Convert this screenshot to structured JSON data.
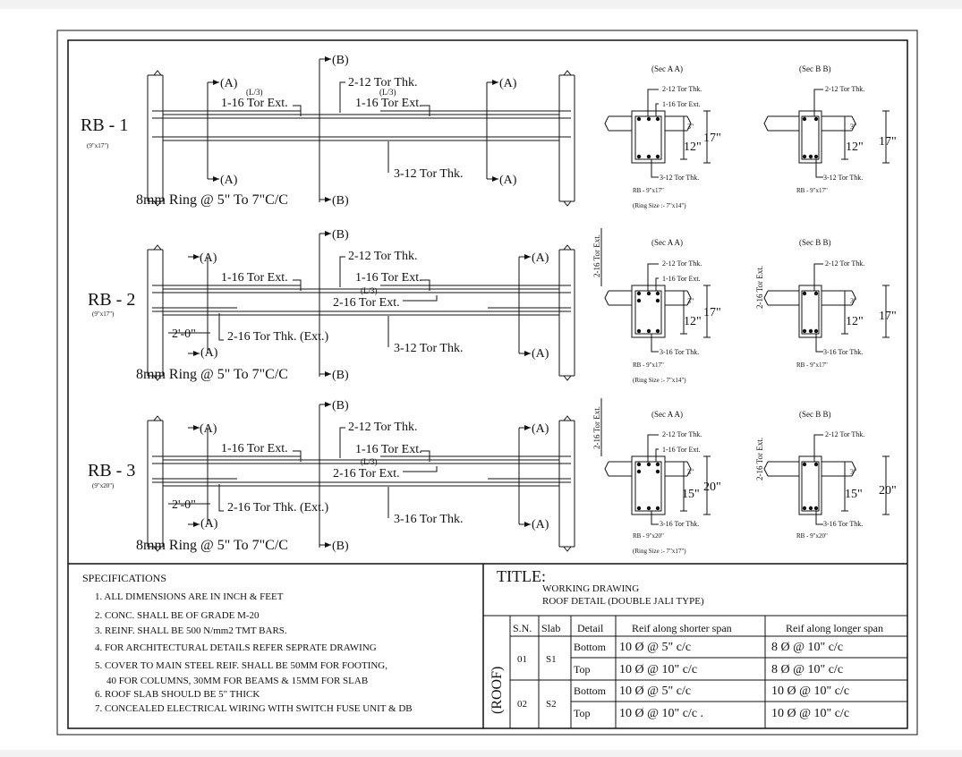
{
  "beams": [
    {
      "name": "RB - 1",
      "size": "(9\"x17\")",
      "label_A": "(A)",
      "label_B": "(B)",
      "top_bar": "2-12 Tor Thk.",
      "ext_left_L3": "(L/3)",
      "ext_left": "1-16 Tor Ext.",
      "ext_right_L3": "(L/3)",
      "ext_right": "1-16 Tor Ext.",
      "bottom_bar": "3-12 Tor Thk.",
      "ring": "8mm Ring @ 5\" To 7\"C/C",
      "sec_aa": "(Sec A A)",
      "sec_bb": "(Sec B B)",
      "sec_top": "2-12 Tor Thk.",
      "sec_ext": "1-16 Tor Ext.",
      "sec_bottom": "3-12 Tor Thk.",
      "slab_dim": "3\"",
      "depth_inner": "12\"",
      "depth_total": "17\"",
      "rb_label": "RB - 9\"x17\"",
      "ring_size": "(Ring Size :- 7\"x14\")",
      "side_label": ""
    },
    {
      "name": "RB - 2",
      "size": "(9\"x17\")",
      "label_A": "(A)",
      "label_B": "(B)",
      "top_bar": "2-12 Tor Thk.",
      "ext_left_L3": "",
      "ext_left": "1-16 Tor Ext.",
      "ext_right_L3": "",
      "ext_right": "1-16 Tor Ext.",
      "mid_L3": "(L/3)",
      "mid_ext": "2-16 Tor Ext.",
      "dim_2ft": "2'-0\"",
      "bottom_ext": "2-16 Tor Thk. (Ext.)",
      "bottom_bar": "3-12 Tor Thk.",
      "ring": "8mm Ring @ 5\" To 7\"C/C",
      "sec_aa": "(Sec A A)",
      "sec_bb": "(Sec B B)",
      "sec_top": "2-12 Tor Thk.",
      "sec_ext": "1-16 Tor Ext.",
      "sec_bottom": "3-16 Tor Thk.",
      "slab_dim": "3\"",
      "depth_inner": "12\"",
      "depth_total": "17\"",
      "rb_label": "RB - 9\"x17\"",
      "ring_size": "(Ring Size :- 7\"x14\")",
      "side_label": "2-16 Tor Ext."
    },
    {
      "name": "RB - 3",
      "size": "(9\"x20\")",
      "label_A": "(A)",
      "label_B": "(B)",
      "top_bar": "2-12 Tor Thk.",
      "ext_left_L3": "",
      "ext_left": "1-16 Tor Ext.",
      "ext_right_L3": "",
      "ext_right": "1-16 Tor Ext.",
      "mid_L3": "(L/3)",
      "mid_ext": "2-16 Tor Ext.",
      "dim_2ft": "2'-0\"",
      "bottom_ext": "2-16 Tor Thk. (Ext.)",
      "bottom_bar": "3-16 Tor Thk.",
      "ring": "8mm Ring @ 5\" To 7\"C/C",
      "sec_aa": "(Sec A A)",
      "sec_bb": "(Sec B B)",
      "sec_top": "2-12 Tor Thk.",
      "sec_ext": "1-16 Tor Ext.",
      "sec_bottom": "3-16 Tor Thk.",
      "slab_dim": "3\"",
      "depth_inner": "15\"",
      "depth_total": "20\"",
      "rb_label": "RB - 9\"x20\"",
      "ring_size": "(Ring Size :- 7\"x17\")",
      "side_label": "2-16 Tor Ext."
    }
  ],
  "specifications": {
    "heading": "SPECIFICATIONS",
    "items": [
      "1. ALL DIMENSIONS ARE IN INCH & FEET",
      "2. CONC. SHALL BE OF GRADE M-20",
      "3. REINF. SHALL BE 500 N/mm2 TMT BARS.",
      "4. FOR ARCHITECTURAL DETAILS REFER SEPRATE DRAWING",
      "5. COVER TO MAIN STEEL REIF. SHALL BE 50MM FOR FOOTING,",
      "40 FOR COLUMNS, 30MM FOR BEAMS & 15MM FOR SLAB",
      "6. ROOF SLAB SHOULD BE 5\" THICK",
      "7. CONCEALED ELECTRICAL WIRING WITH SWITCH FUSE UNIT & DB"
    ]
  },
  "title_block": {
    "label": "TITLE:",
    "line1": "WORKING DRAWING",
    "line2": "ROOF DETAIL (DOUBLE JALI TYPE)"
  },
  "slab_table": {
    "side_label": "(ROOF)",
    "headers": [
      "S.N.",
      "Slab",
      "Detail",
      "Reif along shorter span",
      "Reif along longer span"
    ],
    "rows": [
      {
        "sn": "01",
        "slab": "S1",
        "detail": "Bottom",
        "short": "10 Ø @ 5\" c/c",
        "long": "8 Ø @ 10\" c/c"
      },
      {
        "sn": "",
        "slab": "",
        "detail": "Top",
        "short": "10 Ø @ 10\" c/c",
        "long": "8 Ø @ 10\" c/c"
      },
      {
        "sn": "02",
        "slab": "S2",
        "detail": "Bottom",
        "short": "10 Ø @ 5\" c/c",
        "long": "10 Ø @ 10\" c/c"
      },
      {
        "sn": "",
        "slab": "",
        "detail": "Top",
        "short": "10 Ø @ 10\" c/c .",
        "long": "10 Ø @ 10\" c/c"
      }
    ]
  }
}
